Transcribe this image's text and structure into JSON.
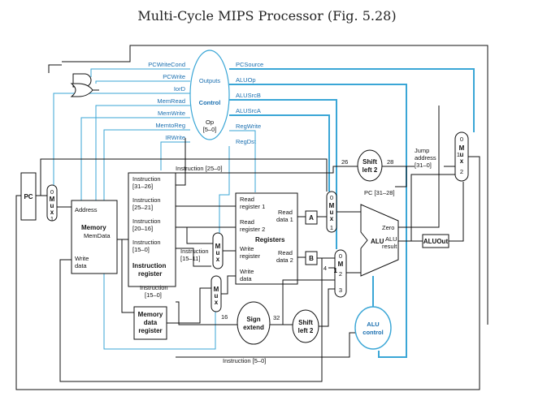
{
  "title": "Multi-Cycle MIPS Processor (Fig. 5.28)",
  "control": {
    "outputs": "Outputs",
    "name": "Control",
    "op": "Op",
    "op_bits": "[5–0]",
    "left_signals": [
      "PCWriteCond",
      "PCWrite",
      "IorD",
      "MemRead",
      "MemWrite",
      "MemtoReg",
      "IRWrite"
    ],
    "right_signals": [
      "PCSource",
      "ALUOp",
      "ALUSrcB",
      "ALUSrcA",
      "RegWrite",
      "RegDst"
    ]
  },
  "blocks": {
    "pc": "PC",
    "memory_address": "Address",
    "memory": "Memory",
    "memdata": "MemData",
    "write_data": "Write",
    "write_data2": "data",
    "ir_fields": [
      "Instruction",
      "[31–26]",
      "Instruction",
      "[25–21]",
      "Instruction",
      "[20–16]",
      "Instruction",
      "[15–0]"
    ],
    "instruction_register": [
      "Instruction",
      "register"
    ],
    "ir_15_0": [
      "Instruction",
      "[15–0]"
    ],
    "mux_rd": [
      "Instruction",
      "[15–11]"
    ],
    "mdr": [
      "Memory",
      "data",
      "register"
    ],
    "registers": {
      "read_reg1": [
        "Read",
        "register 1"
      ],
      "read_reg2": [
        "Read",
        "register 2"
      ],
      "read_data1": [
        "Read",
        "data 1"
      ],
      "read_data2": [
        "Read",
        "data 2"
      ],
      "name": "Registers",
      "write_reg": [
        "Write",
        "register"
      ],
      "write_data": [
        "Write",
        "data"
      ]
    },
    "a": "A",
    "b": "B",
    "sign_extend": [
      "Sign",
      "extend"
    ],
    "shift_left_2a": [
      "Shift",
      "left 2"
    ],
    "shift_left_2b": [
      "Shift",
      "left 2"
    ],
    "alu": "ALU",
    "zero": "Zero",
    "alu_result": [
      "ALU",
      "result"
    ],
    "aluout": "ALUOut",
    "alu_control": [
      "ALU",
      "control"
    ],
    "jump_address": [
      "Jump",
      "address",
      "[31–0]"
    ],
    "pc_31_28": "PC [31–28]",
    "instruction_25_0": "Instruction [25–0]",
    "instruction_5_0": "Instruction [5–0]",
    "mux_word": [
      "M",
      "u",
      "x"
    ],
    "bits": {
      "w26": "26",
      "w28": "28",
      "w16": "16",
      "w32": "32"
    },
    "mux_inputs": {
      "zero": "0",
      "one": "1",
      "two": "2",
      "three": "3",
      "four": "4"
    }
  }
}
